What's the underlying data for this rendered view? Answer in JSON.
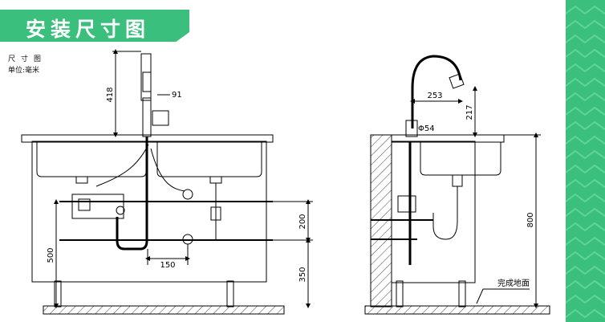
{
  "header": {
    "title": "安装尺寸图"
  },
  "legend": {
    "title": "尺寸图",
    "unit": "单位:毫米"
  },
  "dimensions": {
    "spout_height": "418",
    "head_width": "91",
    "lower_gap": "200",
    "cross_offset": "150",
    "left_height": "500",
    "bottom_height": "350",
    "reach": "253",
    "clearance": "217",
    "hole_diameter": "Φ54",
    "total_height": "800"
  },
  "labels": {
    "floor": "完成地面"
  },
  "colors": {
    "banner": "#3bbf7c",
    "stripe_base": "#3bbf7c",
    "stripe_zigzag": "#5fd497"
  }
}
